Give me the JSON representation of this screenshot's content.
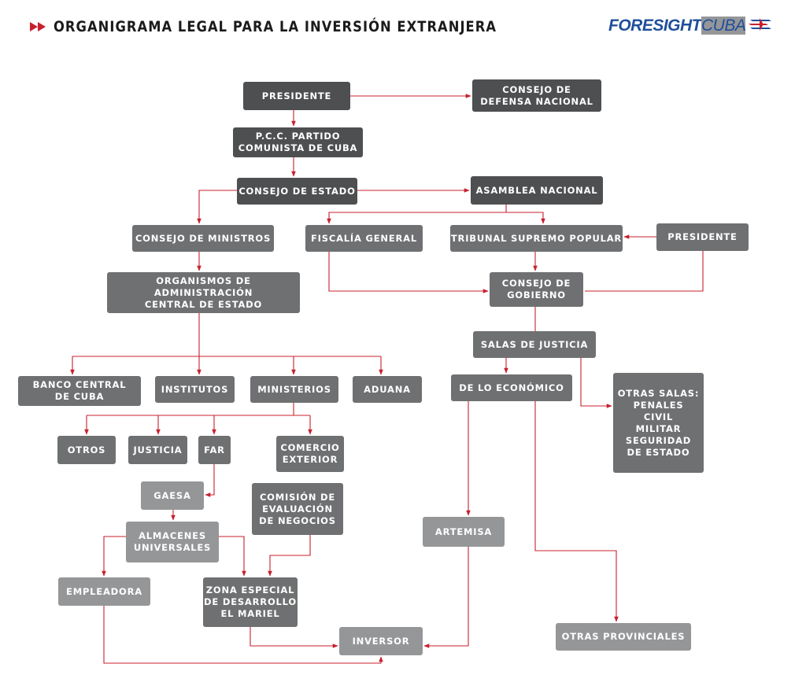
{
  "header": {
    "title": "ORGANIGRAMA LEGAL PARA LA INVERSIÓN EXTRANJERA",
    "logo_bold": "FORESIGHT",
    "logo_light": "CUBA",
    "accent_color": "#c8202e",
    "brand_color": "#1f4f9a"
  },
  "nodes": {
    "presidente": "PRESIDENTE",
    "consejo_defensa": "CONSEJO DE\nDEFENSA NACIONAL",
    "pcc": "P.C.C. PARTIDO\nCOMUNISTA DE CUBA",
    "consejo_estado": "CONSEJO DE ESTADO",
    "asamblea": "ASAMBLEA NACIONAL",
    "consejo_ministros": "CONSEJO DE MINISTROS",
    "fiscalia": "FISCALÍA GENERAL",
    "tribunal": "TRIBUNAL SUPREMO POPULAR",
    "presidente_tribunal": "PRESIDENTE",
    "organismos": "ORGANISMOS DE ADMINISTRACIÓN\nCENTRAL DE ESTADO",
    "consejo_gobierno": "CONSEJO DE\nGOBIERNO",
    "salas_justicia": "SALAS DE JUSTICIA",
    "banco_central": "BANCO CENTRAL\nDE CUBA",
    "institutos": "INSTITUTOS",
    "ministerios": "MINISTERIOS",
    "aduana": "ADUANA",
    "economico": "DE LO ECONÓMICO",
    "otras_salas": "OTRAS SALAS:\nPENALES\nCIVIL\nMILITAR\nSEGURIDAD\nDE ESTADO",
    "otros": "OTROS",
    "justicia": "JUSTICIA",
    "far": "FAR",
    "comercio": "COMERCIO\nEXTERIOR",
    "gaesa": "GAESA",
    "comision": "COMISIÓN DE\nEVALUACIÓN\nDE NEGOCIOS",
    "almacenes": "ALMACENES\nUNIVERSALES",
    "artemisa": "ARTEMISA",
    "empleadora": "EMPLEADORA",
    "zona_especial": "ZONA ESPECIAL\nDE DESARROLLO\nEL MARIEL",
    "inversor": "INVERSOR",
    "otras_provinciales": "OTRAS PROVINCIALES"
  }
}
